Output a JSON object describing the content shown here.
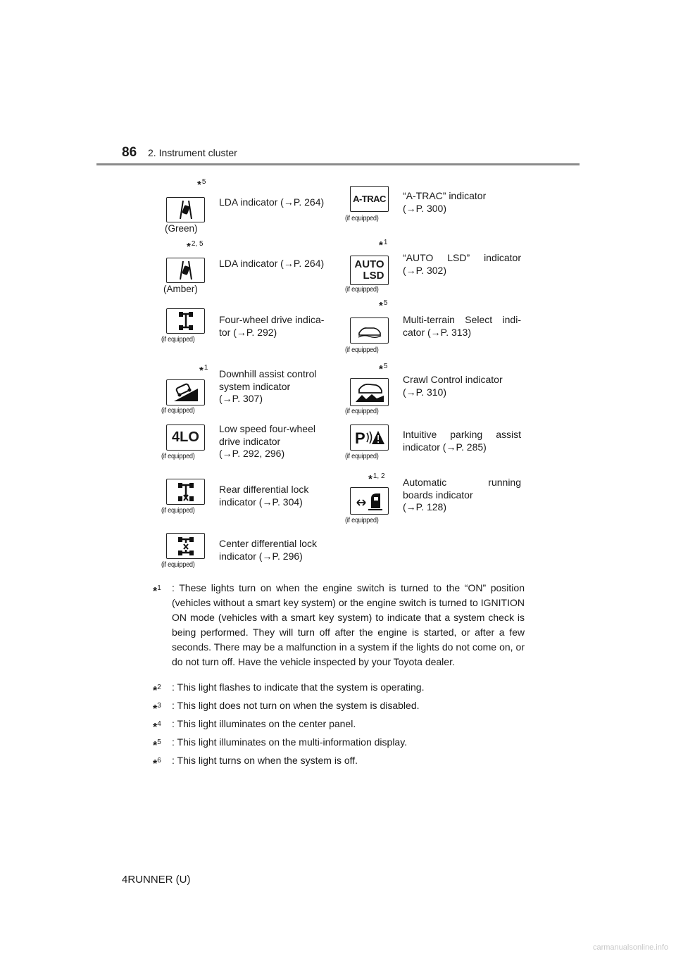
{
  "header": {
    "page_number": "86",
    "section": "2. Instrument cluster"
  },
  "indicators": {
    "lda_green": {
      "asterisk": "*",
      "note": "5",
      "caption": "(Green)",
      "desc": "LDA indicator (→P. 264)",
      "icon": "lane-departure-icon"
    },
    "lda_amber": {
      "asterisk": "*",
      "note": "2, 5",
      "caption": "(Amber)",
      "desc": "LDA indicator (→P. 264)",
      "icon": "lane-departure-icon"
    },
    "four_wd": {
      "caption": "(if equipped)",
      "desc_lines": [
        "Four-wheel drive indica-",
        "tor (→P. 292)"
      ],
      "icon": "four-wheel-drive-icon"
    },
    "downhill": {
      "asterisk": "*",
      "note": "1",
      "caption": "(if equipped)",
      "desc_lines": [
        "Downhill assist control",
        "system indicator",
        "(→P. 307)"
      ],
      "icon": "downhill-assist-icon"
    },
    "four_lo": {
      "label": "4LO",
      "caption": "(if equipped)",
      "desc_lines": [
        "Low speed four-wheel",
        "drive indicator",
        "(→P. 292, 296)"
      ]
    },
    "rear_diff": {
      "caption": "(if equipped)",
      "desc_lines": [
        "Rear differential lock",
        "indicator (→P. 304)"
      ],
      "icon": "rear-diff-lock-icon"
    },
    "center_diff": {
      "caption": "(if equipped)",
      "desc_lines": [
        "Center differential lock",
        "indicator (→P. 296)"
      ],
      "icon": "center-diff-lock-icon"
    },
    "atrac": {
      "label": "A-TRAC",
      "caption": "(if equipped)",
      "desc_lines": [
        "“A-TRAC” indicator",
        "(→P. 300)"
      ]
    },
    "auto_lsd": {
      "asterisk": "*",
      "note": "1",
      "label_top": "AUTO",
      "label_bottom": "LSD",
      "caption": "(if equipped)",
      "desc_lines": [
        "“AUTO LSD” indicator",
        "(→P. 302)"
      ]
    },
    "mts": {
      "asterisk": "*",
      "note": "5",
      "caption": "(if equipped)",
      "desc_lines": [
        "Multi-terrain Select indi-",
        "cator (→P. 313)"
      ],
      "icon": "multi-terrain-icon"
    },
    "crawl": {
      "asterisk": "*",
      "note": "5",
      "caption": "(if equipped)",
      "desc_lines": [
        "Crawl Control indicator",
        "(→P. 310)"
      ],
      "icon": "crawl-control-icon"
    },
    "parking": {
      "caption": "(if equipped)",
      "desc_lines": [
        "Intuitive parking assist",
        "indicator (→P. 285)"
      ],
      "icon": "parking-assist-icon"
    },
    "running_boards": {
      "asterisk": "*",
      "note": "1, 2",
      "caption": "(if equipped)",
      "desc_lines": [
        "Automatic running",
        "boards indicator",
        "(→P. 128)"
      ],
      "icon": "running-boards-icon"
    }
  },
  "footnotes": [
    {
      "mark": "*",
      "num": "1",
      "text": ": These lights turn on when the engine switch is turned to the “ON” position (vehicles without a smart key system) or the engine switch is turned to IGNITION ON mode (vehicles with a smart key system) to indicate that a system check is being performed. They will turn off after the engine is started, or after a few seconds. There may be a malfunction in a system if the lights do not come on, or do not turn off. Have the vehicle inspected by your Toyota dealer."
    },
    {
      "mark": "*",
      "num": "2",
      "text": ": This light flashes to indicate that the system is operating."
    },
    {
      "mark": "*",
      "num": "3",
      "text": ": This light does not turn on when the system is disabled."
    },
    {
      "mark": "*",
      "num": "4",
      "text": ": This light illuminates on the center panel."
    },
    {
      "mark": "*",
      "num": "5",
      "text": ": This light illuminates on the multi-information display."
    },
    {
      "mark": "*",
      "num": "6",
      "text": ": This light turns on when the system is off."
    }
  ],
  "footer": {
    "model": "4RUNNER (U)"
  },
  "watermark": "carmanualsonline.info"
}
